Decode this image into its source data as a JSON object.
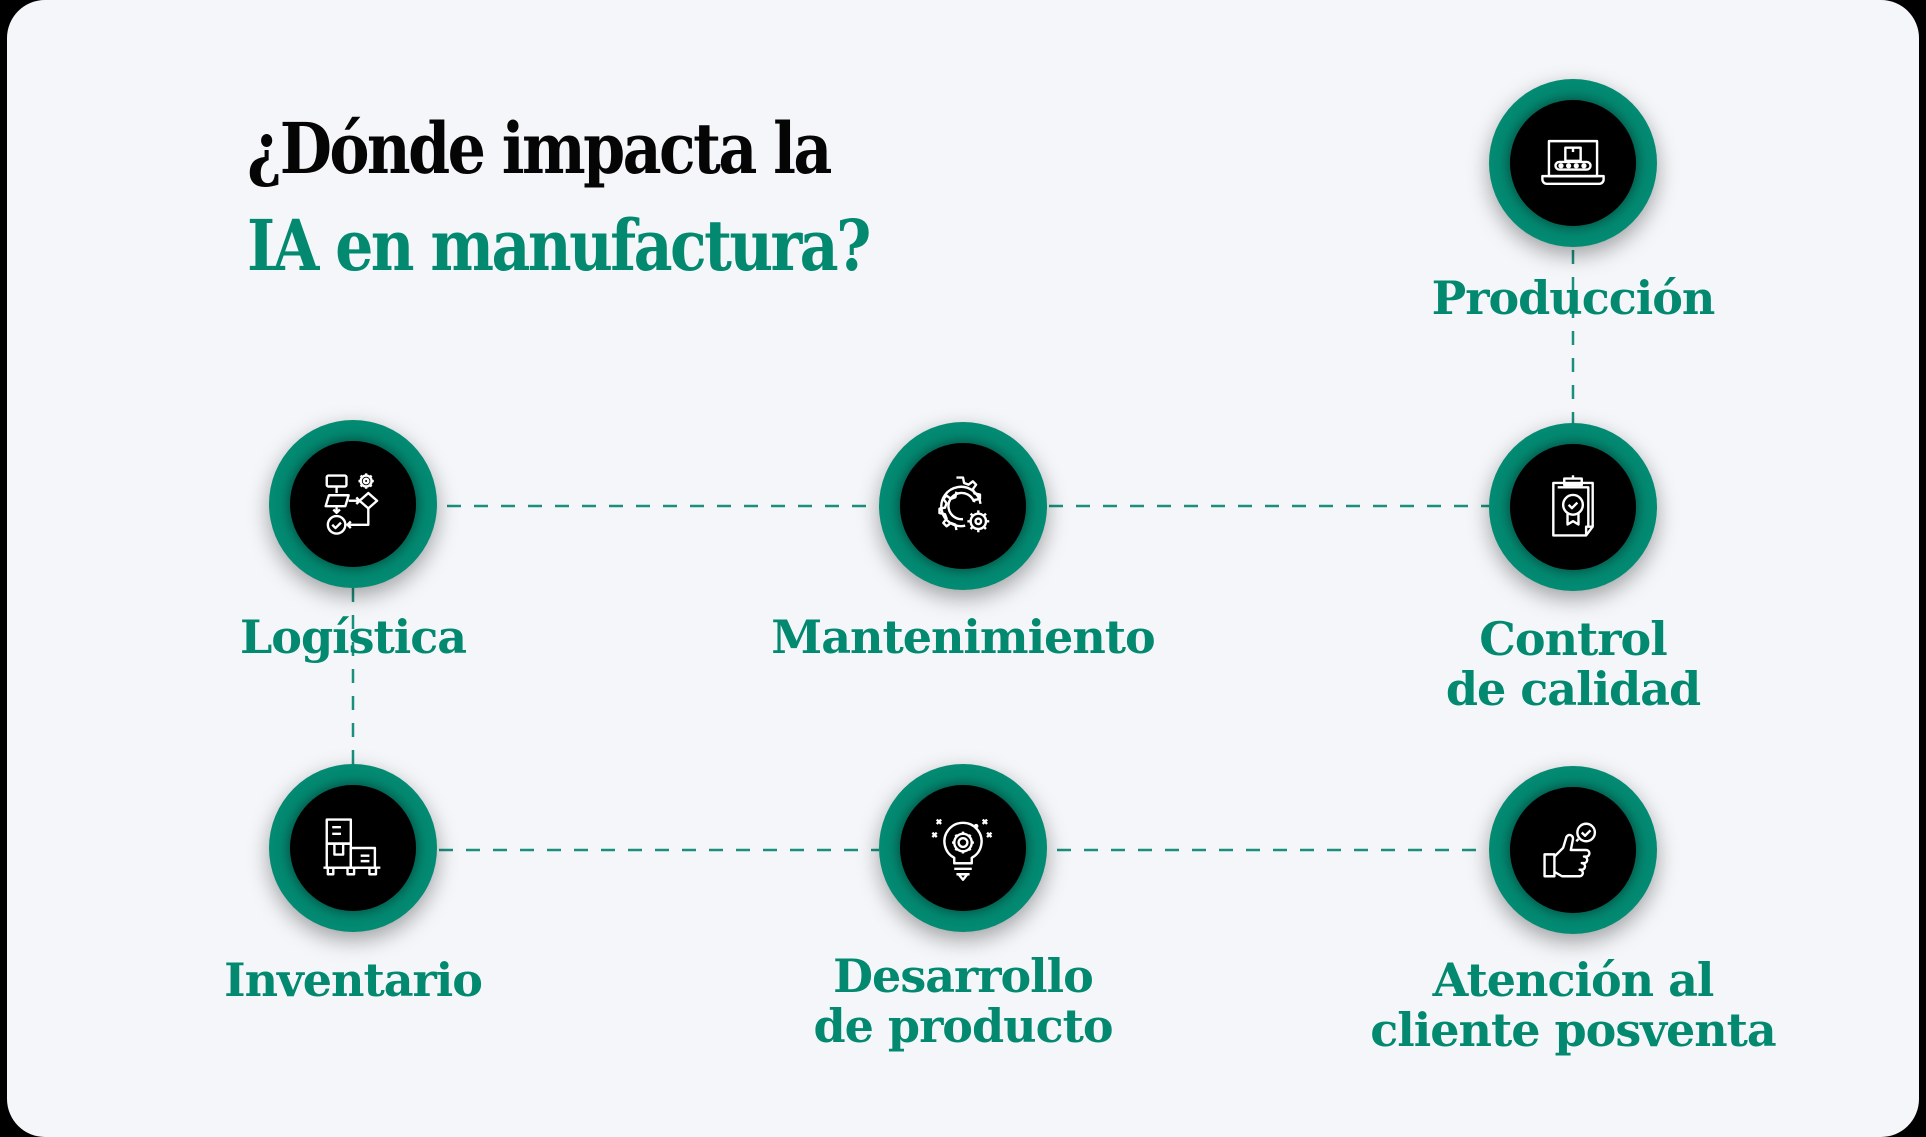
{
  "title": {
    "line1": "¿Dónde impacta la",
    "line2": "IA en manufactura?"
  },
  "colors": {
    "accent": "#02896f",
    "ring": "#038a72",
    "background": "#f4f6f9",
    "icon_bg": "#000000",
    "title_dark": "#050505"
  },
  "nodes": [
    {
      "id": "produccion",
      "icon": "laptop-conveyor-icon",
      "label_lines": [
        "Producción"
      ]
    },
    {
      "id": "logistica",
      "icon": "flowchart-gear-icon",
      "label_lines": [
        "Logística"
      ]
    },
    {
      "id": "mantenimiento",
      "icon": "gears-icon",
      "label_lines": [
        "Mantenimiento"
      ]
    },
    {
      "id": "control-calidad",
      "icon": "clipboard-badge-icon",
      "label_lines": [
        "Control",
        "de calidad"
      ]
    },
    {
      "id": "inventario",
      "icon": "boxes-pallet-icon",
      "label_lines": [
        "Inventario"
      ]
    },
    {
      "id": "desarrollo-producto",
      "icon": "lightbulb-gear-icon",
      "label_lines": [
        "Desarrollo",
        "de producto"
      ]
    },
    {
      "id": "atencion-cliente",
      "icon": "thumbs-up-check-icon",
      "label_lines": [
        "Atención al",
        "cliente posventa"
      ]
    }
  ]
}
